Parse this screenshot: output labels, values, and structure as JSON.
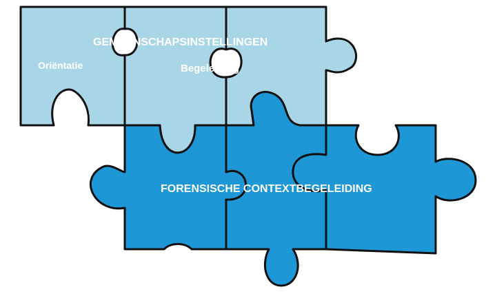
{
  "labels": {
    "gemeenschapsinstellingen": "GEMEENSCHAPSINSTELLINGEN",
    "orientatie": "Oriëntatie",
    "begeleiding": "Begeleiding",
    "forensische": "FORENSISCHE CONTEXTBEGELEIDING"
  },
  "colors": {
    "light_piece": "#a9d6e6",
    "dark_piece": "#1e97d6",
    "outline": "#111111",
    "text": "#ffffff"
  },
  "pieces": [
    {
      "name": "light-piece-left",
      "group": "light"
    },
    {
      "name": "light-piece-middle",
      "group": "light"
    },
    {
      "name": "light-piece-right",
      "group": "light"
    },
    {
      "name": "dark-piece-left",
      "group": "dark"
    },
    {
      "name": "dark-piece-middle",
      "group": "dark"
    },
    {
      "name": "dark-piece-right",
      "group": "dark"
    }
  ]
}
